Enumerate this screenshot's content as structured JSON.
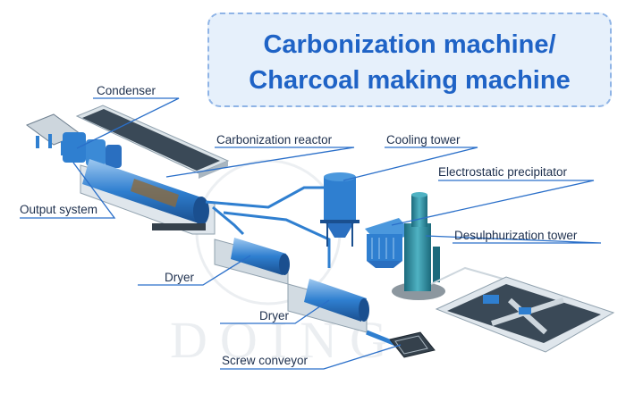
{
  "title": {
    "line1": "Carbonization machine/",
    "line2": "Charcoal making machine"
  },
  "labels": {
    "condenser": "Condenser",
    "carbonization_reactor": "Carbonization reactor",
    "cooling_tower": "Cooling tower",
    "electrostatic_precipitator": "Electrostatic precipitator",
    "output_system": "Output system",
    "desulphurization_tower": "Desulphurization tower",
    "dryer_1": "Dryer",
    "dryer_2": "Dryer",
    "screw_conveyor": "Screw conveyor"
  },
  "watermark": "DOING",
  "colors": {
    "title_text": "#1f63c6",
    "title_bg": "#e6f0fb",
    "title_border": "#8fb4e6",
    "leader_line": "#2a6fc9",
    "machine_blue": "#2f7fd0",
    "tank_dark": "#31414f"
  }
}
